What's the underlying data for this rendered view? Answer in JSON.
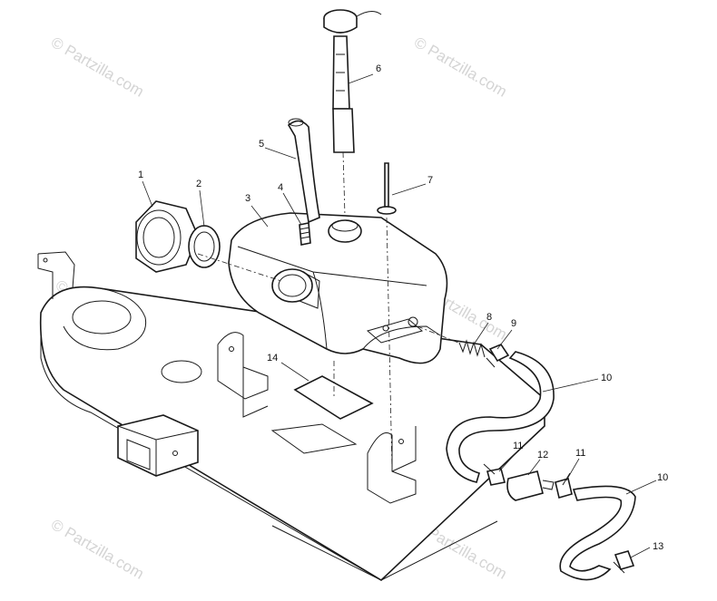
{
  "watermarks": [
    "© Partzilla.com",
    "© Partzilla.com",
    "© Partzilla.com",
    "© Partzilla.com",
    "© Partzilla.com",
    "© Partzilla.com"
  ],
  "callouts": [
    "1",
    "2",
    "3",
    "4",
    "5",
    "6",
    "7",
    "8",
    "9",
    "10",
    "11",
    "12",
    "11",
    "10",
    "13",
    "14"
  ],
  "colors": {
    "line": "#1a1a1a",
    "watermark": "#d4d4d4",
    "background": "#ffffff"
  }
}
